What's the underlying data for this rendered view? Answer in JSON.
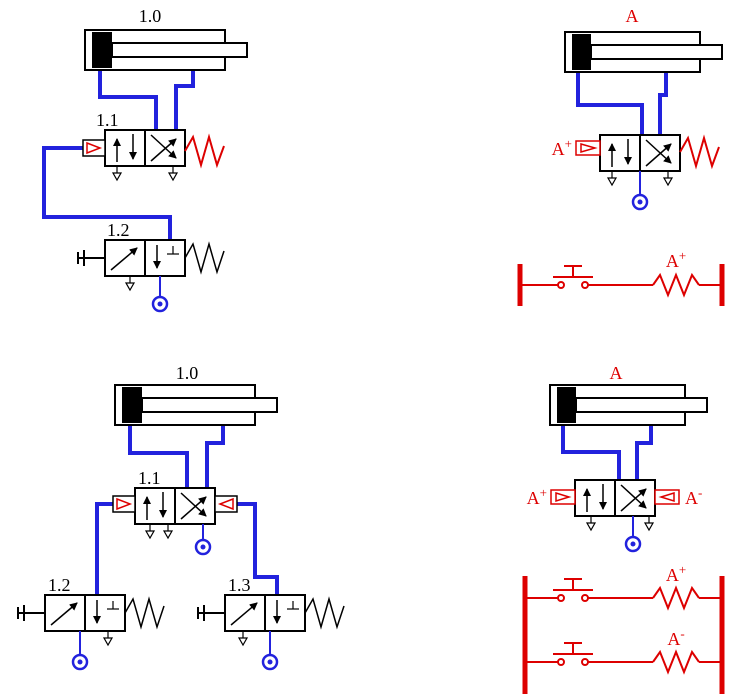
{
  "colors": {
    "tube_blue": "#2222dd",
    "signal_red": "#dd0000",
    "line_black": "#000000"
  },
  "pneumatic_single": {
    "cylinder": "1.0",
    "main_valve": "1.1",
    "pushbutton_valve": "1.2"
  },
  "electro_single": {
    "cylinder": "A",
    "solenoid": {
      "base": "A",
      "sup": "+"
    },
    "coil": {
      "base": "A",
      "sup": "+"
    }
  },
  "pneumatic_double": {
    "cylinder": "1.0",
    "main_valve": "1.1",
    "pushbutton_valve_left": "1.2",
    "pushbutton_valve_right": "1.3"
  },
  "electro_double": {
    "cylinder": "A",
    "solenoid_plus": {
      "base": "A",
      "sup": "+"
    },
    "solenoid_minus": {
      "base": "A",
      "sup": "-"
    },
    "coil_plus": {
      "base": "A",
      "sup": "+"
    },
    "coil_minus": {
      "base": "A",
      "sup": "-"
    }
  }
}
